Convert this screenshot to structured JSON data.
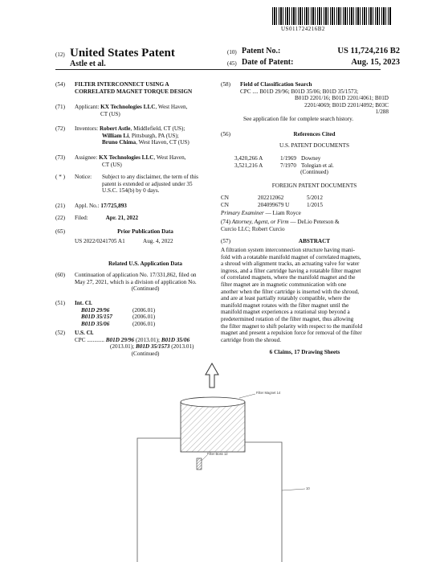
{
  "barcode_text": "US011724216B2",
  "header": {
    "code12": "(12)",
    "title": "United States Patent",
    "authors": "Astle et al.",
    "code10": "(10)",
    "patent_no_label": "Patent No.:",
    "patent_no": "US 11,724,216 B2",
    "code45": "(45)",
    "date_label": "Date of Patent:",
    "date": "Aug. 15, 2023"
  },
  "left": {
    "f54": {
      "code": "(54)",
      "lines": [
        "FILTER INTERCONNECT USING A",
        "CORRELATED MAGNET TORQUE DESIGN"
      ]
    },
    "f71": {
      "code": "(71)",
      "label": "Applicant:",
      "name": "KX Technologies LLC",
      "rest1": ", West Haven,",
      "rest2": "CT (US)"
    },
    "f72": {
      "code": "(72)",
      "label": "Inventors:",
      "inv1_name": "Robert Astle",
      "inv1_rest": ", Middlefield, CT (US);",
      "inv2_name": "William Li",
      "inv2_rest": ", Pittsburgh, PA (US);",
      "inv3_name": "Bruno Chima",
      "inv3_rest": ", West Haven, CT (US)"
    },
    "f73": {
      "code": "(73)",
      "label": "Assignee:",
      "name": "KX Technologies LLC",
      "rest1": ", West Haven,",
      "rest2": "CT (US)"
    },
    "fnotice": {
      "code": "( * )",
      "label": "Notice:",
      "lines": [
        "Subject to any disclaimer, the term of this",
        "patent is extended or adjusted under 35",
        "U.S.C. 154(b) by 0 days."
      ]
    },
    "f21": {
      "code": "(21)",
      "label": "Appl. No.:",
      "value": "17/725,893"
    },
    "f22": {
      "code": "(22)",
      "label": "Filed:",
      "value": "Apr. 21, 2022"
    },
    "f65": {
      "code": "(65)",
      "heading": "Prior Publication Data",
      "pub": "US 2022/0241705 A1",
      "pub_date": "Aug. 4, 2022"
    },
    "related_heading": "Related U.S. Application Data",
    "f60": {
      "code": "(60)",
      "lines": [
        "Continuation of application No. 17/331,862, filed on",
        "May 27, 2021, which is a division of application No."
      ],
      "cont": "(Continued)"
    },
    "f51": {
      "code": "(51)",
      "label": "Int. Cl.",
      "items": [
        {
          "cls": "B01D 29/96",
          "ver": "(2006.01)"
        },
        {
          "cls": "B01D 35/157",
          "ver": "(2006.01)"
        },
        {
          "cls": "B01D 35/06",
          "ver": "(2006.01)"
        }
      ]
    },
    "f52": {
      "code": "(52)",
      "label": "U.S. Cl.",
      "cpc": "CPC ............",
      "l1a": "B01D 29/96",
      "l1b": " (2013.01); ",
      "l1c": "B01D 35/06",
      "l2a": "(2013.01); ",
      "l2b": "B01D 35/1573",
      "l2c": " (2013.01)",
      "cont": "(Continued)"
    }
  },
  "right": {
    "f58": {
      "code": "(58)",
      "label": "Field of Classification Search",
      "lines": [
        "CPC .... B01D 29/96; B01D 35/06; B01D 35/1573;",
        "B01D 2201/16; B01D 2201/4061; B01D",
        "2201/4069; B01D 2201/4092; B03C",
        "1/288"
      ],
      "note": "See application file for complete search history."
    },
    "f56": {
      "code": "(56)",
      "label": "References Cited"
    },
    "us_docs_heading": "U.S. PATENT DOCUMENTS",
    "us_docs": [
      {
        "no": "3,420,266 A",
        "date": "1/1969",
        "name": "Downey"
      },
      {
        "no": "3,521,216 A",
        "date": "7/1970",
        "name": "Tolegian et al."
      }
    ],
    "us_cont": "(Continued)",
    "foreign_heading": "FOREIGN PATENT DOCUMENTS",
    "foreign_docs": [
      {
        "cc": "CN",
        "no": "202212062",
        "date": "5/2012"
      },
      {
        "cc": "CN",
        "no": "204099679 U",
        "date": "1/2015"
      }
    ],
    "examiner_label": "Primary Examiner",
    "examiner": " — Liam Royce",
    "f74": {
      "code": "(74)",
      "label": "Attorney, Agent, or Firm",
      "value": " — DeLio Peterson &",
      "value2": "Curcio LLC; Robert Curcio"
    },
    "f57": {
      "code": "(57)",
      "heading": "ABSTRACT"
    },
    "abstract_lines": [
      "A filtration system interconnection structure having mani-",
      "fold with a rotatable manifold magnet of correlated magnets,",
      "a shroud with alignment tracks, an actuating valve for water",
      "ingress, and a filter cartridge having a rotatable filter magnet",
      "of correlated magnets, where the manifold magnet and the",
      "filter magnet are in magnetic communication with one",
      "another when the filter cartridge is inserted with the shroud,",
      "and are at least partially rotatably compatible, where the",
      "manifold magnet rotates with the filter magnet until the",
      "manifold magnet experiences a rotational stop beyond a",
      "predetermined rotation of the filter magnet, thus allowing",
      "the filter magnet to shift polarity with respect to the manifold",
      "magnet and present a repulsion force for removal of the filter",
      "cartridge from the shroud."
    ],
    "claims": "6 Claims, 17 Drawing Sheets"
  },
  "drawing": {
    "label_magnet": "Filter Magnet 14",
    "label_boss": "Filter Boss 12",
    "label_num": "10"
  }
}
